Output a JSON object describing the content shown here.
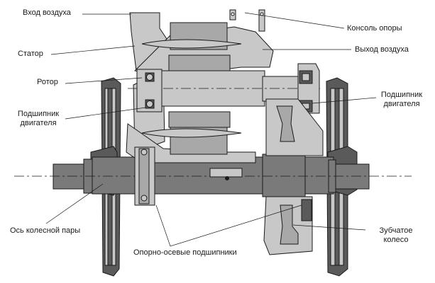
{
  "title": "Тяговый электродвигатель с опорно-осевым подвешиванием",
  "labels": {
    "air_inlet": "Вход воздуха",
    "stator": "Статор",
    "rotor": "Ротор",
    "motor_bearing_left_1": "Подшипник",
    "motor_bearing_left_2": "двигателя",
    "wheelset_axle": "Ось колесной пары",
    "support_bracket": "Консоль опоры",
    "air_outlet": "Выход воздуха",
    "motor_bearing_right_1": "Подшипник",
    "motor_bearing_right_2": "двигателя",
    "gear_wheel_1": "Зубчатое",
    "gear_wheel_2": "колесо",
    "axle_bearings": "Опорно-осевые подшипники"
  },
  "colors": {
    "axle": "#7a7a7a",
    "wheel_dark": "#5a5a5a",
    "housing_light": "#c8c8c8",
    "part_mid": "#a8a8a8",
    "outline": "#1a1a1a",
    "background": "#ffffff"
  }
}
